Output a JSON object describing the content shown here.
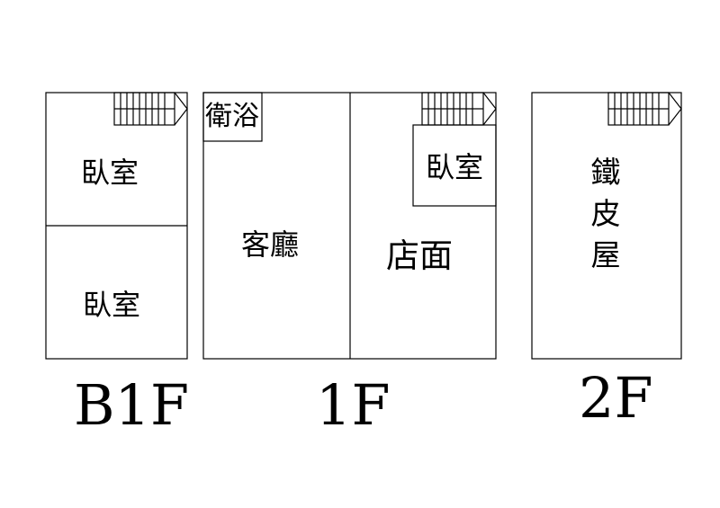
{
  "floors": {
    "b1f": {
      "label": "B1F",
      "rooms": [
        "臥室",
        "臥室"
      ]
    },
    "f1": {
      "label": "1F",
      "rooms": [
        "衛浴",
        "客廳",
        "臥室",
        "店面"
      ]
    },
    "f2": {
      "label": "2F",
      "rooms": [
        [
          "鐵",
          "皮",
          "屋"
        ]
      ]
    }
  }
}
